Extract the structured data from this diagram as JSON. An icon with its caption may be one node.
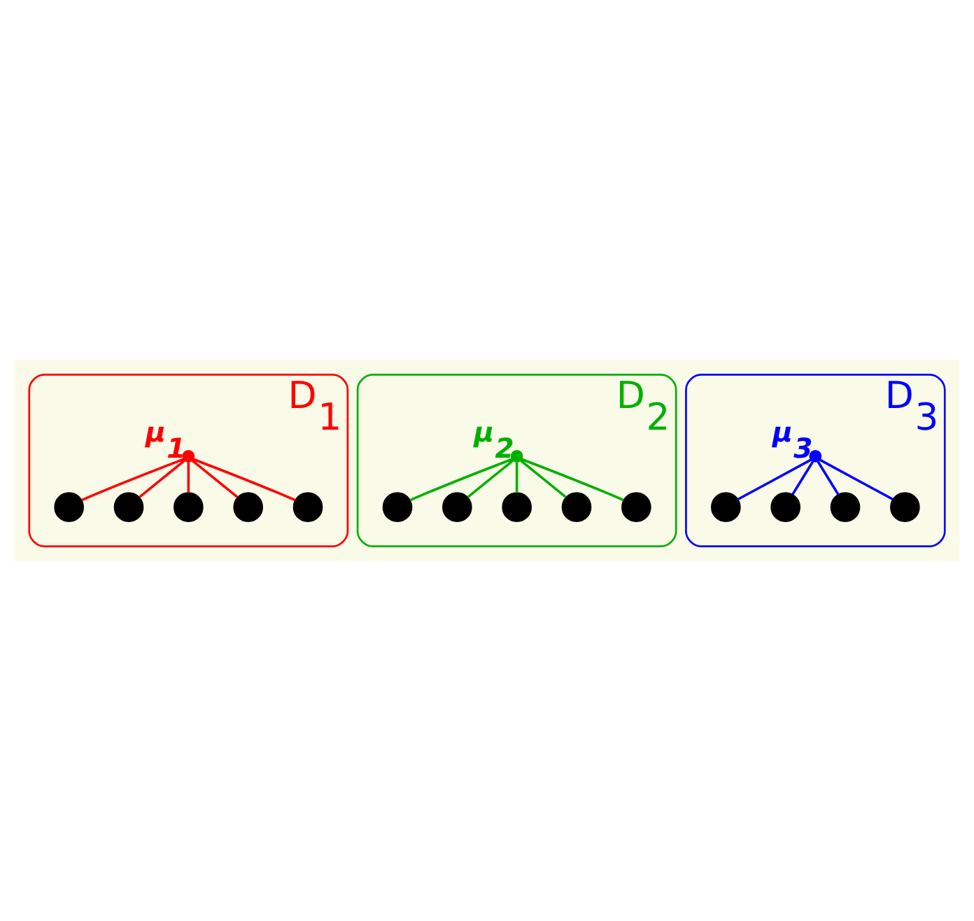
{
  "diagram": {
    "nodes": [
      {
        "text": [
          "D$_{1}$"
        ]
      },
      {
        "text": [],
        "shape": "circle",
        "beside": [
          "μ$_{1}$"
        ],
        "in": 0
      },
      {
        "text": [],
        "shape": "circle",
        "in": 0
      },
      {
        "text": [],
        "shape": "circle",
        "in": 0
      },
      {
        "text": [],
        "shape": "circle",
        "in": 0
      },
      {
        "text": [],
        "shape": "circle",
        "in": 0
      },
      {
        "text": [],
        "shape": "circle",
        "in": 0
      },
      {
        "text": [
          "D$_{2}$"
        ]
      },
      {
        "text": [],
        "shape": "circle",
        "beside": [
          "μ$_{2}$"
        ],
        "in": 7
      },
      {
        "text": [],
        "shape": "circle",
        "in": 7
      },
      {
        "text": [],
        "shape": "circle",
        "in": 7
      },
      {
        "text": [],
        "shape": "circle",
        "in": 7
      },
      {
        "text": [],
        "shape": "circle",
        "in": 7
      },
      {
        "text": [],
        "shape": "circle",
        "in": 7
      },
      {
        "text": [
          "D$_{3}$"
        ]
      },
      {
        "text": [],
        "shape": "circle",
        "beside": [
          "μ$_{3}$"
        ],
        "in": 14
      },
      {
        "text": [],
        "shape": "circle",
        "in": 14
      },
      {
        "text": [],
        "shape": "circle",
        "in": 14
      },
      {
        "text": [],
        "shape": "circle",
        "in": 14
      },
      {
        "text": [],
        "shape": "circle",
        "in": 14
      }
    ],
    "edges": [
      {
        "from": 1,
        "to": 2,
        "arrow": "none",
        "color": "#ff0000"
      },
      {
        "from": 1,
        "to": 3,
        "arrow": "none",
        "color": "#ff0000"
      },
      {
        "from": 1,
        "to": 4,
        "arrow": "none",
        "color": "#ff0000"
      },
      {
        "from": 1,
        "to": 5,
        "arrow": "none",
        "color": "#ff0000"
      },
      {
        "from": 1,
        "to": 6,
        "arrow": "none",
        "color": "#ff0000"
      },
      {
        "from": 8,
        "to": 9,
        "arrow": "none",
        "color": "#00b000"
      },
      {
        "from": 8,
        "to": 10,
        "arrow": "none",
        "color": "#00b000"
      },
      {
        "from": 8,
        "to": 11,
        "arrow": "none",
        "color": "#00b000"
      },
      {
        "from": 8,
        "to": 12,
        "arrow": "none",
        "color": "#00b000"
      },
      {
        "from": 8,
        "to": 13,
        "arrow": "none",
        "color": "#00b000"
      },
      {
        "from": 15,
        "to": 16,
        "arrow": "none",
        "color": "#0000ff"
      },
      {
        "from": 15,
        "to": 17,
        "arrow": "none",
        "color": "#0000ff"
      },
      {
        "from": 15,
        "to": 18,
        "arrow": "none",
        "color": "#0000ff"
      },
      {
        "from": 15,
        "to": 19,
        "arrow": "none",
        "color": "#0000ff"
      }
    ]
  }
}
